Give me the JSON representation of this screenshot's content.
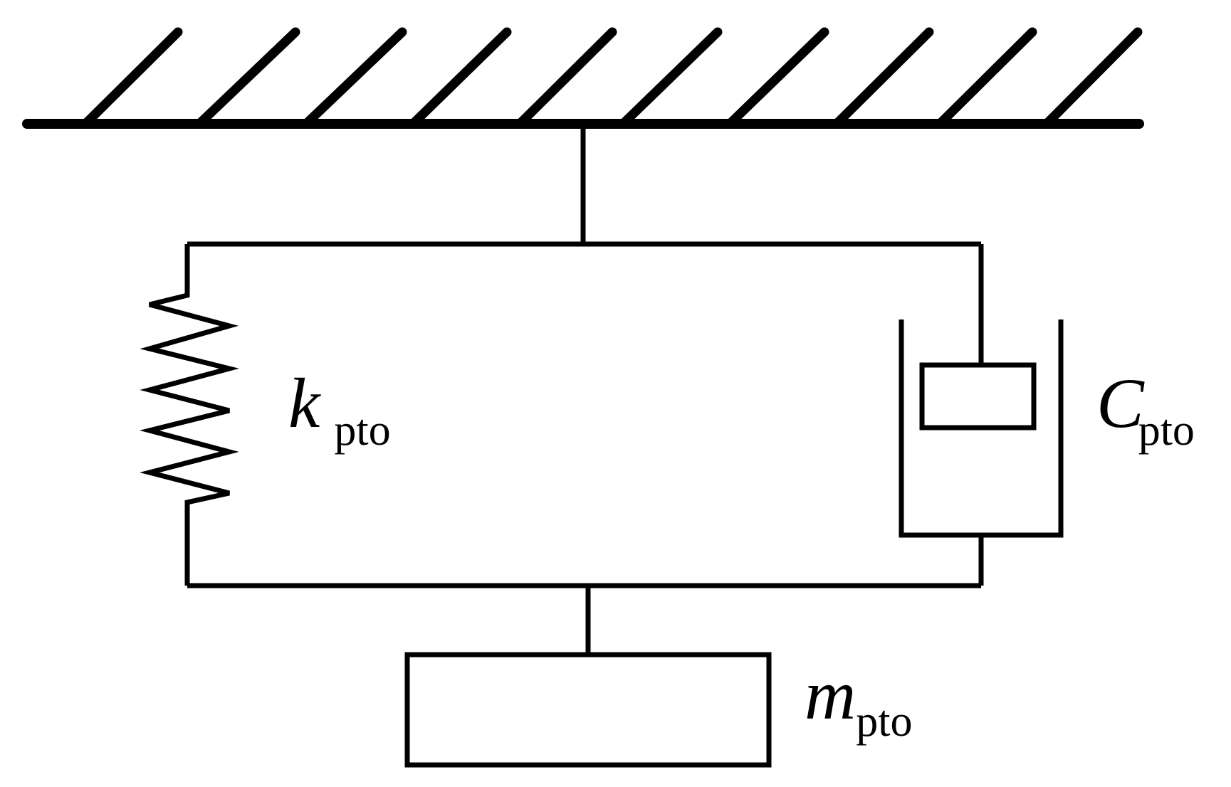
{
  "diagram": {
    "spring_label": {
      "symbol": "k",
      "subscript": "pto"
    },
    "damper_label": {
      "symbol": "C",
      "subscript": "pto"
    },
    "mass_label": {
      "symbol": "m",
      "subscript": "pto"
    }
  }
}
